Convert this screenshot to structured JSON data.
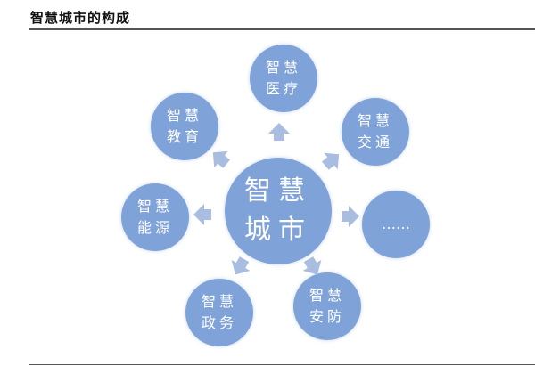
{
  "title": "智慧城市的构成",
  "center": {
    "line1": "智慧",
    "line2": "城市"
  },
  "nodes": [
    {
      "line1": "智慧",
      "line2": "医疗"
    },
    {
      "line1": "智慧",
      "line2": "交通"
    },
    {
      "line1": "……",
      "line2": ""
    },
    {
      "line1": "智慧",
      "line2": "安防"
    },
    {
      "line1": "智慧",
      "line2": "政务"
    },
    {
      "line1": "智慧",
      "line2": "能源"
    },
    {
      "line1": "智慧",
      "line2": "教育"
    }
  ],
  "colors": {
    "circle": "#7fa3d8",
    "arrow": "#a9bde0"
  }
}
